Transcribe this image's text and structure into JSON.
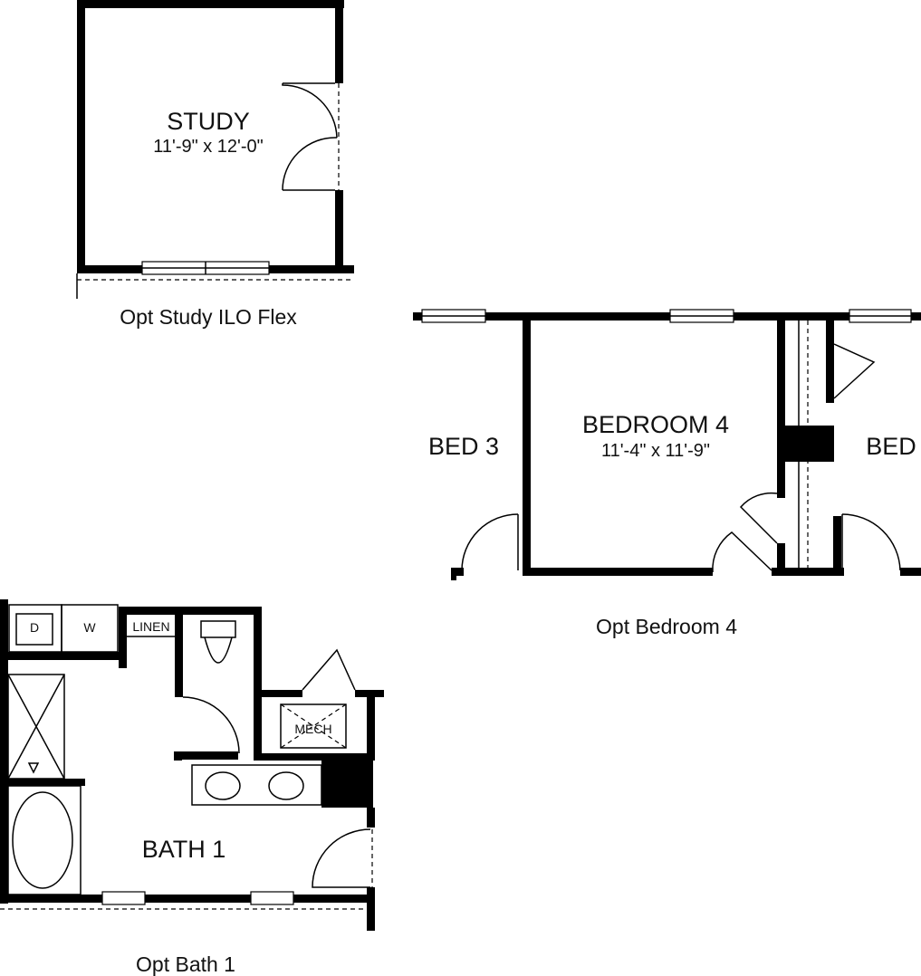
{
  "study": {
    "room_name": "STUDY",
    "dimensions": "11'-9\" x 12'-0\"",
    "caption": "Opt Study ILO Flex"
  },
  "bedroom": {
    "room_name": "BEDROOM 4",
    "dimensions": "11'-4\" x 11'-9\"",
    "left_room": "BED 3",
    "right_room": "BED",
    "caption": "Opt Bedroom 4"
  },
  "bath": {
    "room_name": "BATH 1",
    "dryer": "D",
    "washer": "W",
    "linen": "LINEN",
    "mech": "MECH",
    "caption": "Opt Bath 1"
  }
}
